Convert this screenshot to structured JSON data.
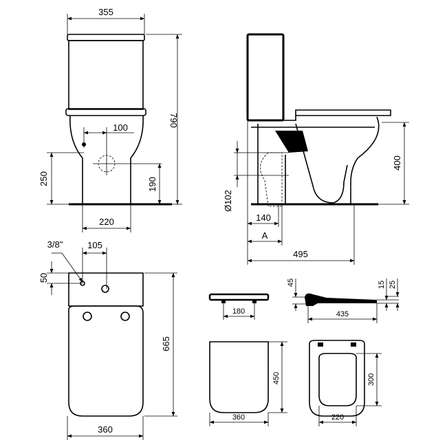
{
  "labels": {
    "front_width": "355",
    "total_height": "790",
    "inlet_offset": "100",
    "inlet_height": "250",
    "outlet_height": "190",
    "pedestal_width": "220",
    "seat_height": "400",
    "outlet_diameter": "Ø102",
    "outlet_distance": "140",
    "outlet_ref": "A",
    "total_depth": "495",
    "inlet_thread": "3/8\"",
    "top_inlet_offset": "105",
    "top_inlet_depth": "50",
    "top_depth": "665",
    "top_width": "360",
    "seat_hinge_height": "45",
    "seat_thickness_a": "15",
    "seat_thickness_b": "25",
    "hinge_spacing": "180",
    "seat_length": "435",
    "lid_depth": "450",
    "lid_width": "360",
    "opening_depth": "300",
    "opening_width": "220"
  },
  "colors": {
    "line": "#000000",
    "background": "#ffffff"
  }
}
